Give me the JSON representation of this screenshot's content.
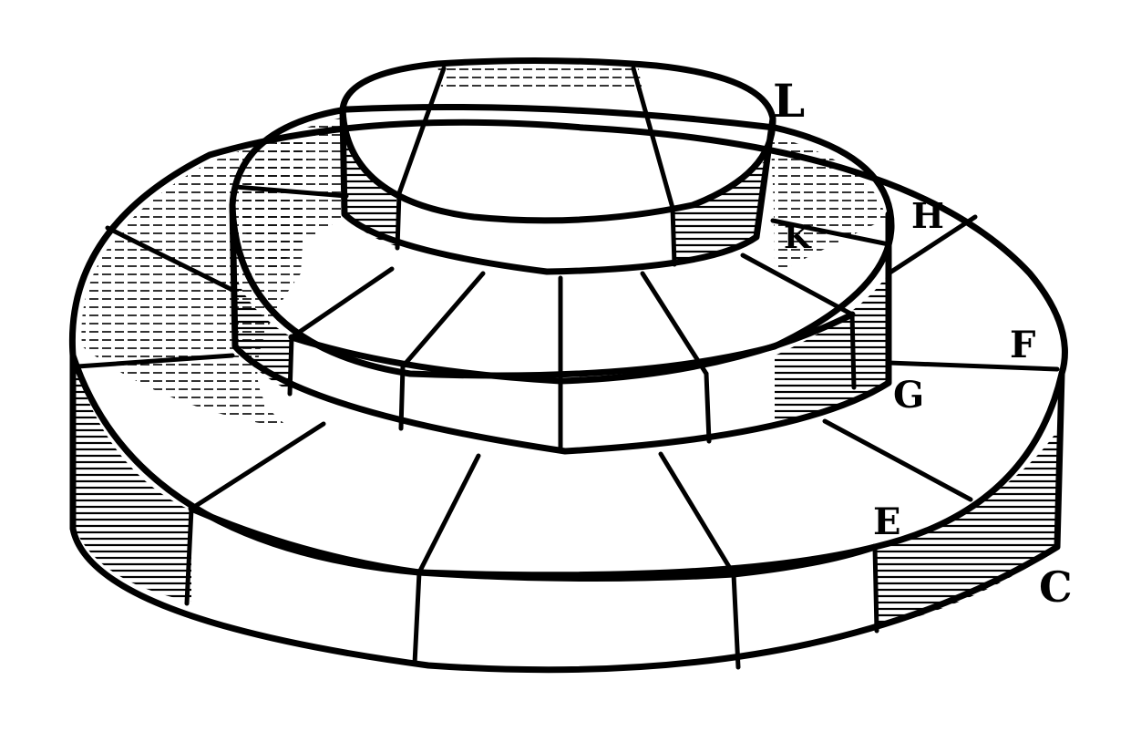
{
  "figure": {
    "kind": "woodcut engraving of a stepped circular base",
    "labels": {
      "L": "L",
      "H": "H",
      "K": "K",
      "F": "F",
      "G": "G",
      "E": "E",
      "C": "C"
    }
  },
  "colors": {
    "ink": "#000000",
    "paper": "#ffffff"
  }
}
